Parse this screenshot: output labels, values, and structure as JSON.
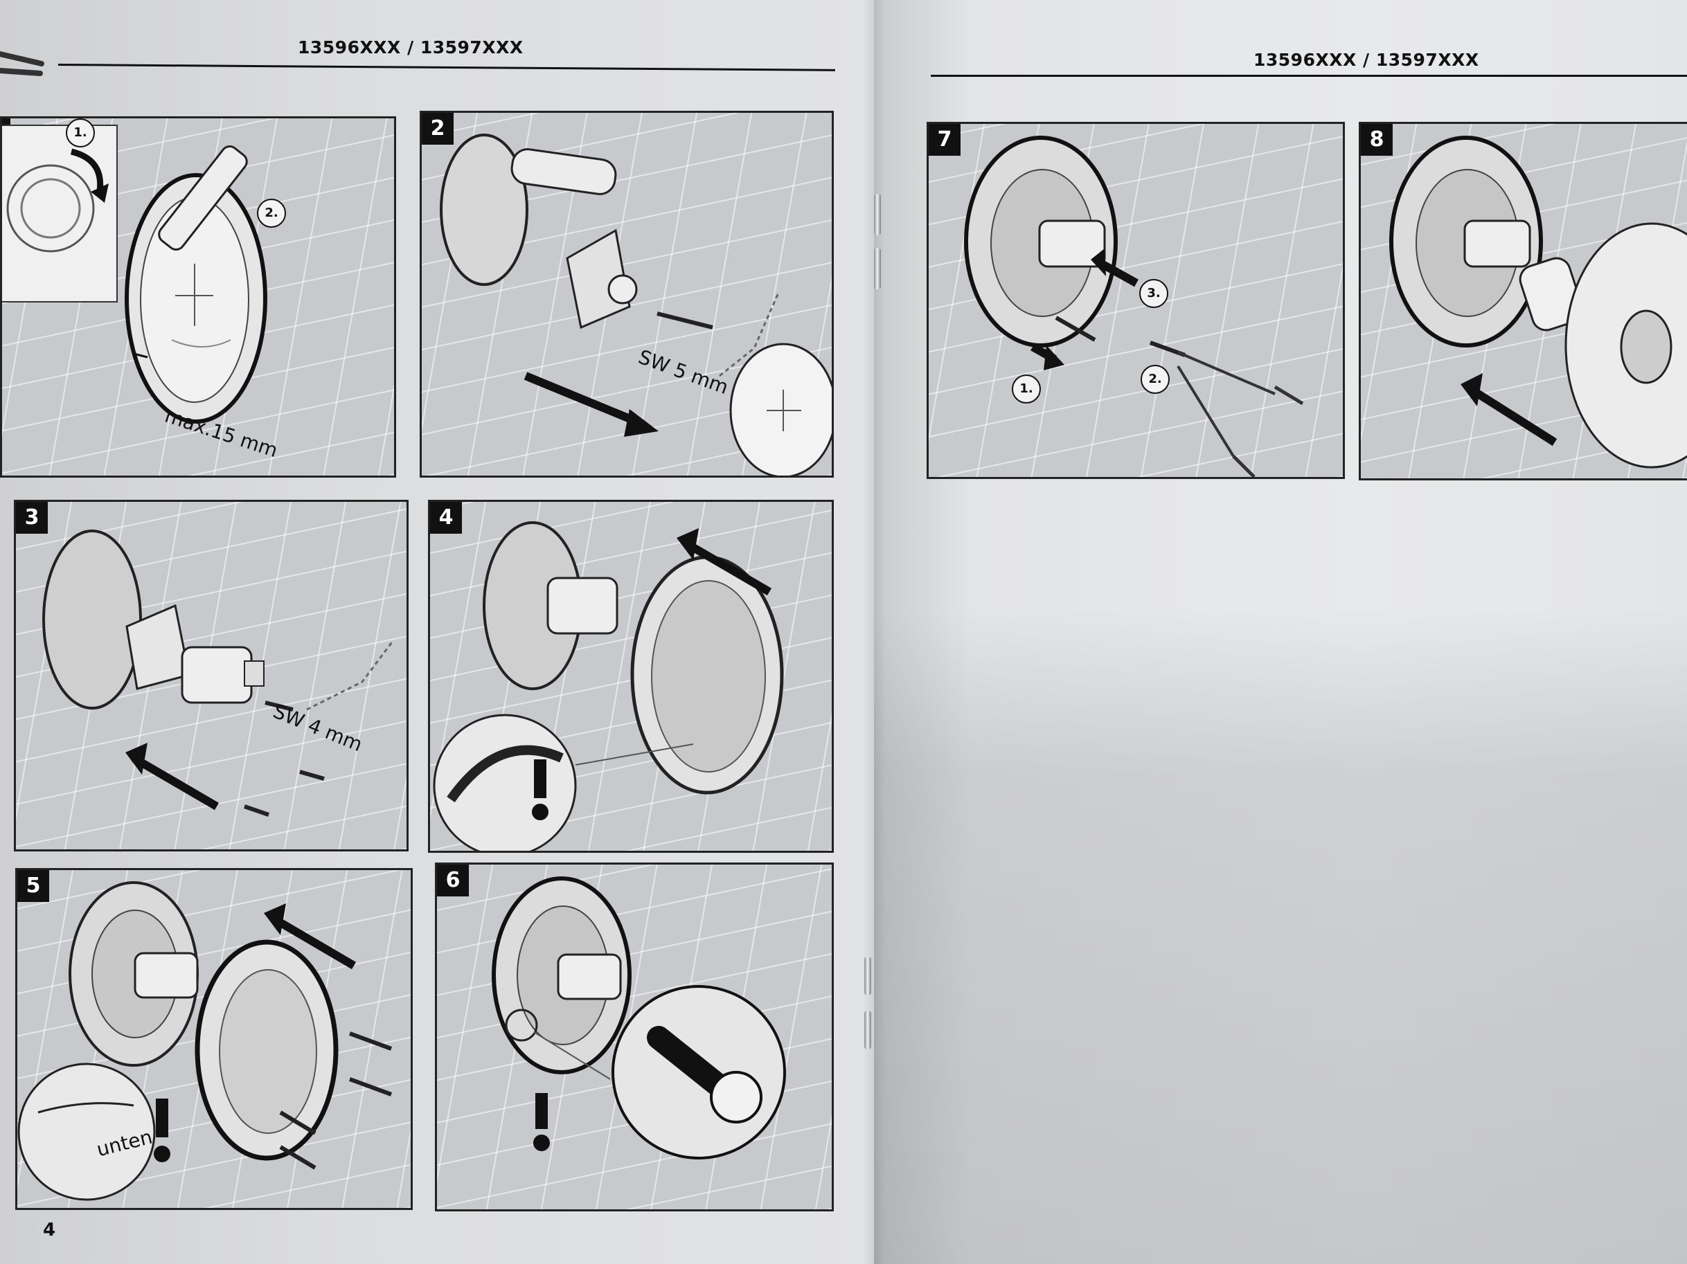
{
  "header": {
    "left_title": "13596XXX / 13597XXX",
    "right_title": "13596XXX / 13597XXX"
  },
  "page_number": "4",
  "steps": [
    {
      "number": "",
      "labels": {
        "sub1": "1.",
        "sub2": "2.",
        "measure": "max.15 mm"
      }
    },
    {
      "number": "2",
      "labels": {
        "tool": "SW 5 mm"
      }
    },
    {
      "number": "3",
      "labels": {
        "tool": "SW 4 mm"
      }
    },
    {
      "number": "4",
      "labels": {
        "warning": "!"
      }
    },
    {
      "number": "5",
      "labels": {
        "position": "unten",
        "warning": "!"
      }
    },
    {
      "number": "6",
      "labels": {
        "warning": "!"
      }
    },
    {
      "number": "7",
      "labels": {
        "sub1": "1.",
        "sub2": "2.",
        "sub3": "3."
      }
    },
    {
      "number": "8",
      "labels": {}
    }
  ],
  "icons": [
    "arrow-icon",
    "screw-icon",
    "hex-key-icon",
    "pliers-icon",
    "mounting-ring-icon",
    "cover-plate-icon"
  ]
}
